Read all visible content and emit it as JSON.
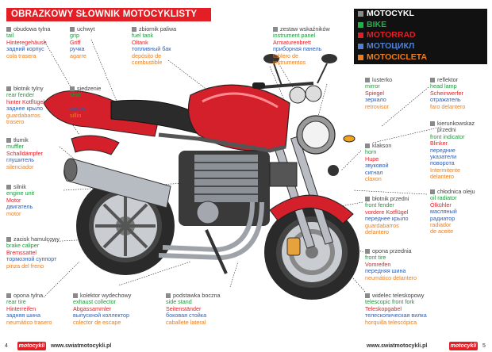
{
  "title": "OBRAZKOWY SŁOWNIK MOTOCYKLISTY",
  "legend": [
    {
      "label": "MOTOCYKL",
      "color": "#ffffff",
      "swatch": "#8a8a8a"
    },
    {
      "label": "BIKE",
      "color": "#22b14c",
      "swatch": "#22b14c"
    },
    {
      "label": "MOTORRAD",
      "color": "#e31e24",
      "swatch": "#e31e24"
    },
    {
      "label": "МОТОЦИКЛ",
      "color": "#4f7fd6",
      "swatch": "#4f7fd6"
    },
    {
      "label": "MOTOCICLETA",
      "color": "#ee7d1a",
      "swatch": "#ee7d1a"
    }
  ],
  "footer": {
    "page_left": "4",
    "page_right": "5",
    "url_left": "www.swiatmotocykli.pl",
    "url_right": "www.swiatmotocykli.pl",
    "logo": "motocykli"
  },
  "labels": {
    "obudowa_tylna": {
      "head": [
        "obudowa tylna"
      ],
      "b": [
        "tail"
      ],
      "d": [
        "Hinteregehäuse"
      ],
      "r": [
        "задний корпус"
      ],
      "s": [
        "cola trasera"
      ]
    },
    "uchwyt": {
      "head": [
        "uchwyt"
      ],
      "b": [
        "grip"
      ],
      "d": [
        "Griff"
      ],
      "r": [
        "ручка"
      ],
      "s": [
        "agarre"
      ]
    },
    "zbiornik": {
      "head": [
        "zbiornik paliwa"
      ],
      "b": [
        "fuel tank"
      ],
      "d": [
        "Oltank"
      ],
      "r": [
        "топливный бак"
      ],
      "s": [
        "depósito de",
        "combustible"
      ]
    },
    "zestaw": {
      "head": [
        "zestaw wskaźników"
      ],
      "b": [
        "instrument panel"
      ],
      "d": [
        "Armaturenbrett"
      ],
      "r": [
        "приборная панель"
      ],
      "s": [
        "tablero de",
        "instrumentos"
      ]
    },
    "blotnik_tylny": {
      "head": [
        "błotnik tylny"
      ],
      "b": [
        "rear fender"
      ],
      "d": [
        "hinter Kotflügel"
      ],
      "r": [
        "заднее крыло"
      ],
      "s": [
        "guardabarros",
        "trasero"
      ]
    },
    "siedzenie": {
      "head": [
        "siedzenie"
      ],
      "b": [
        "seat"
      ],
      "d": [
        "Sitzplatz"
      ],
      "r": [
        "место"
      ],
      "s": [
        "sillín"
      ]
    },
    "lusterko": {
      "head": [
        "lusterko"
      ],
      "b": [
        "mirror"
      ],
      "d": [
        "Spiegel"
      ],
      "r": [
        "зеркало"
      ],
      "s": [
        "retrovisor"
      ]
    },
    "reflektor": {
      "head": [
        "reflektor"
      ],
      "b": [
        "head lamp"
      ],
      "d": [
        "Scheinwerfer"
      ],
      "r": [
        "отражатель"
      ],
      "s": [
        "faro delantero"
      ]
    },
    "tlumik": {
      "head": [
        "tłumik"
      ],
      "b": [
        "muffler"
      ],
      "d": [
        "Schalldämpfer"
      ],
      "r": [
        "глушитель"
      ],
      "s": [
        "silenciador"
      ]
    },
    "kierunkowskaz": {
      "head": [
        "kierunkowskaz",
        "przedni"
      ],
      "b": [
        "front indicator"
      ],
      "d": [
        "Blinker"
      ],
      "r": [
        "передние",
        "указатели",
        "поворота"
      ],
      "s": [
        "Intermitente",
        "delantero"
      ]
    },
    "klakson": {
      "head": [
        "klakson"
      ],
      "b": [
        "horn"
      ],
      "d": [
        "Hupe"
      ],
      "r": [
        "звуковой",
        "сигнал"
      ],
      "s": [
        "claxon"
      ]
    },
    "silnik": {
      "head": [
        "silnik"
      ],
      "b": [
        "engine unit"
      ],
      "d": [
        "Motor"
      ],
      "r": [
        "двигатель"
      ],
      "s": [
        "motor"
      ]
    },
    "chlodnica": {
      "head": [
        "chłodnica oleju"
      ],
      "b": [
        "oil radiator"
      ],
      "d": [
        "Ölkühler"
      ],
      "r": [
        "масляный",
        "радиатор"
      ],
      "s": [
        "radiador",
        "de aceite"
      ]
    },
    "blotnik_przedni": {
      "head": [
        "błotnik przedni"
      ],
      "b": [
        "front fender"
      ],
      "d": [
        "vordere Kotflügel"
      ],
      "r": [
        "переднее крыло"
      ],
      "s": [
        "guardabarros",
        "delantero"
      ]
    },
    "zacisk": {
      "head": [
        "zacisk hamulcowy"
      ],
      "b": [
        "brake caliper"
      ],
      "d": [
        "Bremssattel"
      ],
      "r": [
        "тормозной суппорт"
      ],
      "s": [
        "pinza del freno"
      ]
    },
    "opona_przednia": {
      "head": [
        "opona przednia"
      ],
      "b": [
        "front tire"
      ],
      "d": [
        "Vomreifen"
      ],
      "r": [
        "передняя шина"
      ],
      "s": [
        "neumático delantero"
      ]
    },
    "opona_tylna": {
      "head": [
        "opona tylna"
      ],
      "b": [
        "rear tire"
      ],
      "d": [
        "Hinterreifen"
      ],
      "r": [
        "задняя шина"
      ],
      "s": [
        "neumático trasero"
      ]
    },
    "kolektor": {
      "head": [
        "kolektor wydechowy"
      ],
      "b": [
        "exhaust collector"
      ],
      "d": [
        "Abgassammler"
      ],
      "r": [
        "выпускной коллектор"
      ],
      "s": [
        "colector de escape"
      ]
    },
    "podstawka": {
      "head": [
        "podstawka boczna"
      ],
      "b": [
        "side stand"
      ],
      "d": [
        "Seitenständer"
      ],
      "r": [
        "боковая стойка"
      ],
      "s": [
        "caballete lateral"
      ]
    },
    "widelec": {
      "head": [
        "widelec teleskopowy"
      ],
      "b": [
        "telescopic front fork"
      ],
      "d": [
        "Teleskopgabel"
      ],
      "r": [
        "телескопическая вилка"
      ],
      "s": [
        "horquilla telescópica"
      ]
    }
  }
}
